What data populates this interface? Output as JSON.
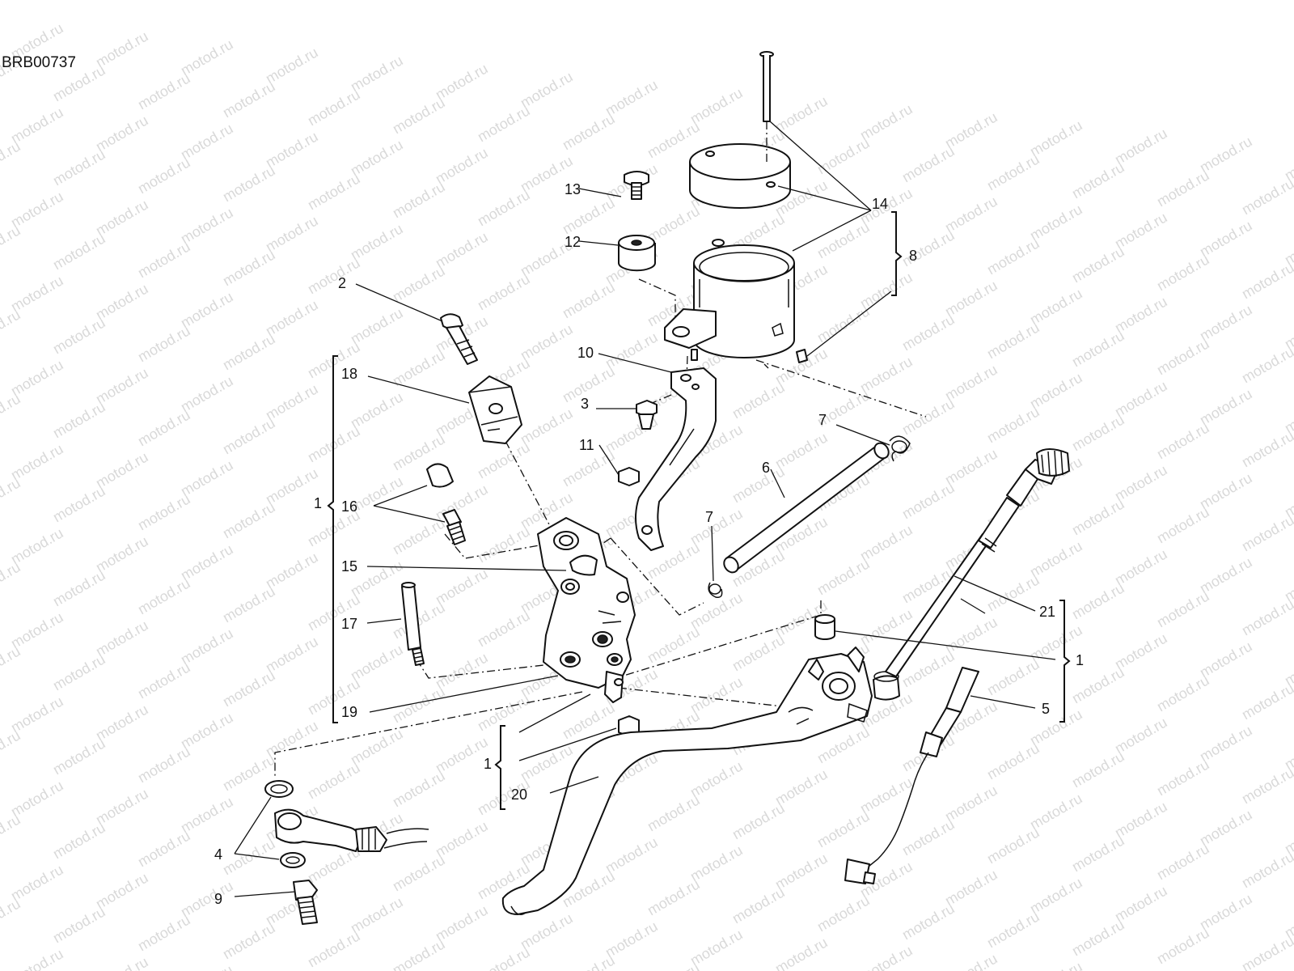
{
  "diagram": {
    "reference_code": "BRB00737",
    "watermark_text": "motod.ru"
  },
  "callouts": [
    {
      "id": "c1a",
      "text": "1"
    },
    {
      "id": "c1b",
      "text": "1"
    },
    {
      "id": "c1c",
      "text": "1"
    },
    {
      "id": "c2",
      "text": "2"
    },
    {
      "id": "c3",
      "text": "3"
    },
    {
      "id": "c4a",
      "text": "4"
    },
    {
      "id": "c5",
      "text": "5"
    },
    {
      "id": "c6",
      "text": "6"
    },
    {
      "id": "c7a",
      "text": "7"
    },
    {
      "id": "c7b",
      "text": "7"
    },
    {
      "id": "c8",
      "text": "8"
    },
    {
      "id": "c9",
      "text": "9"
    },
    {
      "id": "c10",
      "text": "10"
    },
    {
      "id": "c11",
      "text": "11"
    },
    {
      "id": "c12",
      "text": "12"
    },
    {
      "id": "c13",
      "text": "13"
    },
    {
      "id": "c14",
      "text": "14"
    },
    {
      "id": "c15",
      "text": "15"
    },
    {
      "id": "c16",
      "text": "16"
    },
    {
      "id": "c17",
      "text": "17"
    },
    {
      "id": "c18",
      "text": "18"
    },
    {
      "id": "c19",
      "text": "19"
    },
    {
      "id": "c20",
      "text": "20"
    },
    {
      "id": "c21",
      "text": "21"
    }
  ]
}
